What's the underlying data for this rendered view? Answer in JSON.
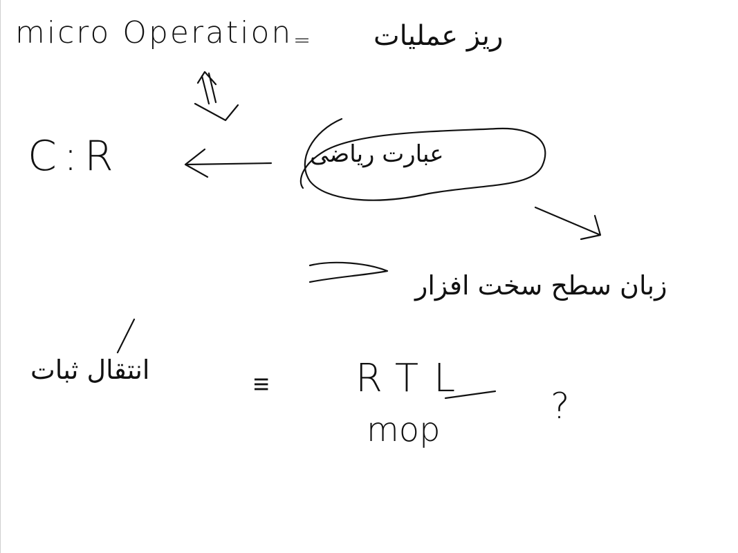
{
  "canvas": {
    "background": "#ffffff",
    "ink_color": "#111111"
  },
  "notes": {
    "micro_operation": "micro Operation",
    "equals_1": "=",
    "persian_1": "ریز عملیات",
    "cr": "C:R",
    "persian_2": "عبارت ریاضی",
    "persian_3": "زبان سطح سخت افزار",
    "persian_4": "انتقال ثبات",
    "equiv": "≡",
    "rtl": "RTL",
    "mop": "mop",
    "question": "?"
  }
}
